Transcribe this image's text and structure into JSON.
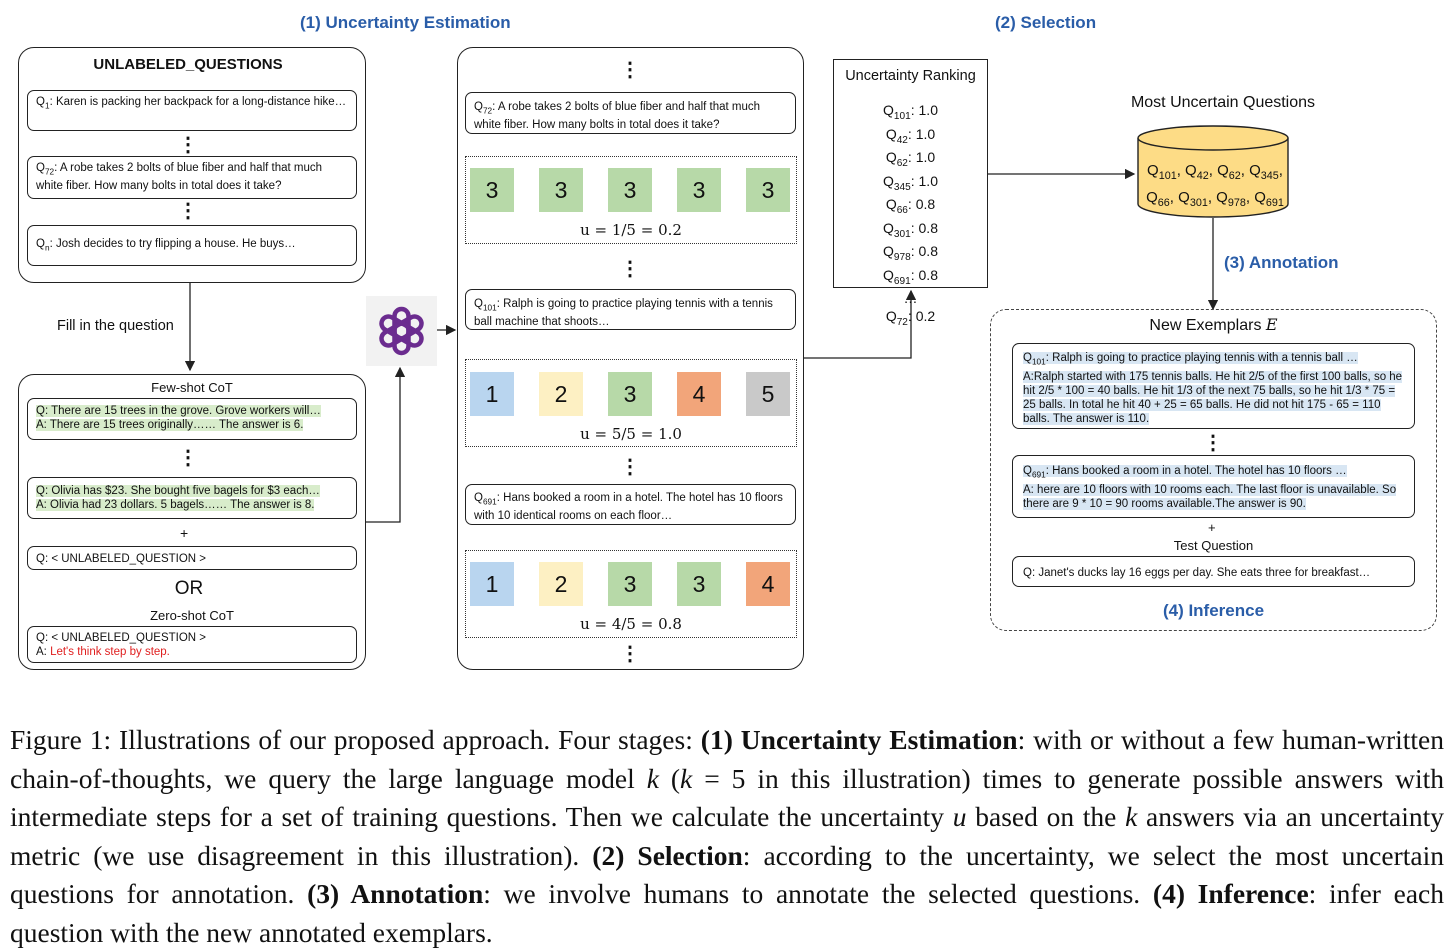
{
  "stages": {
    "uncertainty_estimation": "(1) Uncertainty Estimation",
    "selection": "(2) Selection",
    "annotation": "(3) Annotation",
    "inference": "(4) Inference"
  },
  "left_panel": {
    "title": "UNLABELED_QUESTIONS",
    "questions": [
      {
        "id": "Q",
        "sub": "1",
        "text": ": Karen is packing her backpack for a long-distance hike…"
      },
      {
        "id": "Q",
        "sub": "72",
        "text": ": A robe takes 2 bolts of blue fiber and half that much white fiber. How many bolts in total does it take?"
      },
      {
        "id": "Q",
        "sub": "n",
        "text": ": Josh decides to try flipping a house.  He buys…"
      }
    ],
    "fill_label": "Fill in the question"
  },
  "prompt_panel": {
    "few_shot_title": "Few-shot CoT",
    "example1_q": "Q: There are 15 trees in the grove. Grove workers will…",
    "example1_a": "A: There are 15 trees originally…… The answer is 6.",
    "example2_q": "Q: Olivia has $23. She bought five bagels for $3 each…",
    "example2_a": "A: Olivia had 23 dollars. 5 bagels…… The answer is 8.",
    "plus": "+",
    "unlabeled_q": "Q: < UNLABELED_QUESTION >",
    "or": "OR",
    "zero_shot_title": "Zero-shot CoT",
    "zero_q": "Q: < UNLABELED_QUESTION >",
    "zero_a_prefix": "A: ",
    "zero_a_text": "Let's think step by step."
  },
  "llm_icon": "openai-logo-icon",
  "estimation_panel": {
    "groups": [
      {
        "qid": "Q",
        "sub": "72",
        "text": ": A robe takes 2 bolts of blue fiber and half that much white fiber. How many bolts in total does it take?",
        "answers": [
          "3",
          "3",
          "3",
          "3",
          "3"
        ],
        "colors": [
          "green",
          "green",
          "green",
          "green",
          "green"
        ],
        "u": "u = 1/5 = 0.2"
      },
      {
        "qid": "Q",
        "sub": "101",
        "text": ": Ralph is going to practice playing tennis with a tennis ball machine that shoots…",
        "answers": [
          "1",
          "2",
          "3",
          "4",
          "5"
        ],
        "colors": [
          "blue",
          "yellow",
          "green",
          "orange",
          "gray"
        ],
        "u": "u = 5/5 = 1.0"
      },
      {
        "qid": "Q",
        "sub": "691",
        "text": ": Hans booked a room in a hotel. The hotel has 10 floors with 10 identical rooms on each floor…",
        "answers": [
          "1",
          "2",
          "3",
          "3",
          "4"
        ],
        "colors": [
          "blue",
          "yellow",
          "green",
          "green",
          "orange"
        ],
        "u": "u = 4/5 = 0.8"
      }
    ]
  },
  "ranking": {
    "title": "Uncertainty Ranking",
    "rows": [
      {
        "q": "Q",
        "sub": "101",
        "v": ": 1.0"
      },
      {
        "q": "Q",
        "sub": "42",
        "v": ": 1.0"
      },
      {
        "q": "Q",
        "sub": "62",
        "v": ": 1.0"
      },
      {
        "q": "Q",
        "sub": "345",
        "v": ": 1.0"
      },
      {
        "q": "Q",
        "sub": "66",
        "v": ": 0.8"
      },
      {
        "q": "Q",
        "sub": "301",
        "v": ": 0.8"
      },
      {
        "q": "Q",
        "sub": "978",
        "v": ": 0.8"
      },
      {
        "q": "Q",
        "sub": "691",
        "v": ": 0.8"
      }
    ],
    "ellipsis": "…",
    "last": {
      "q": "Q",
      "sub": "72",
      "v": ": 0.2"
    }
  },
  "most_uncertain": {
    "title": "Most Uncertain Questions",
    "line1": [
      {
        "q": "Q",
        "sub": "101"
      },
      {
        "q": "Q",
        "sub": "42"
      },
      {
        "q": "Q",
        "sub": "62"
      },
      {
        "q": "Q",
        "sub": "345"
      }
    ],
    "line2": [
      {
        "q": "Q",
        "sub": "66"
      },
      {
        "q": "Q",
        "sub": "301"
      },
      {
        "q": "Q",
        "sub": "978"
      },
      {
        "q": "Q",
        "sub": "691"
      }
    ]
  },
  "exemplars": {
    "title": "New Exemplars ",
    "title_var": "E",
    "ex1_q": "Q",
    "ex1_sub": "101",
    "ex1_qtext": ": Ralph is going to practice playing tennis with a tennis ball …",
    "ex1_a": "A:Ralph started with 175 tennis balls. He hit 2/5 of the first 100 balls, so he hit 2/5 * 100 = 40 balls. He hit 1/3 of the next 75 balls, so he hit 1/3 * 75 = 25 balls. In total he hit 40 + 25 = 65 balls. He did not hit 175 - 65 = 110 balls. The answer is 110.",
    "ex2_q": "Q",
    "ex2_sub": "691",
    "ex2_qtext": ": Hans booked a room in a hotel. The hotel has 10 floors …",
    "ex2_a": "A: here are 10 floors with 10 rooms each. The last floor is unavailable. So there are 9 * 10 = 90 rooms available.The answer is 90.",
    "plus": "+",
    "test_label": "Test Question",
    "test_q": "Q: Janet's ducks lay 16 eggs per day. She eats three for breakfast…"
  },
  "caption": {
    "p1": "Figure 1: Illustrations of our proposed approach. Four stages: ",
    "b1": "(1) Uncertainty Estimation",
    "p2": ": with or without a few human-written chain-of-thoughts, we query the large language model ",
    "k1": "k",
    "p2b": " (",
    "k2": "k",
    "p2c": " = 5 in this illustration) times to generate possible answers with intermediate steps for a set of training questions. Then we calculate the uncertainty ",
    "u1": "u",
    "p3": " based on the ",
    "k3": "k",
    "p3b": " answers via an uncertainty metric (we use disagreement in this illustration). ",
    "b2": "(2) Selection",
    "p4": ": according to the uncertainty, we select the most uncertain questions for annotation. ",
    "b3": "(3) Annotation",
    "p5": ": we involve humans to annotate the selected questions. ",
    "b4": "(4) Inference",
    "p6": ": infer each question with the new annotated exemplars."
  }
}
